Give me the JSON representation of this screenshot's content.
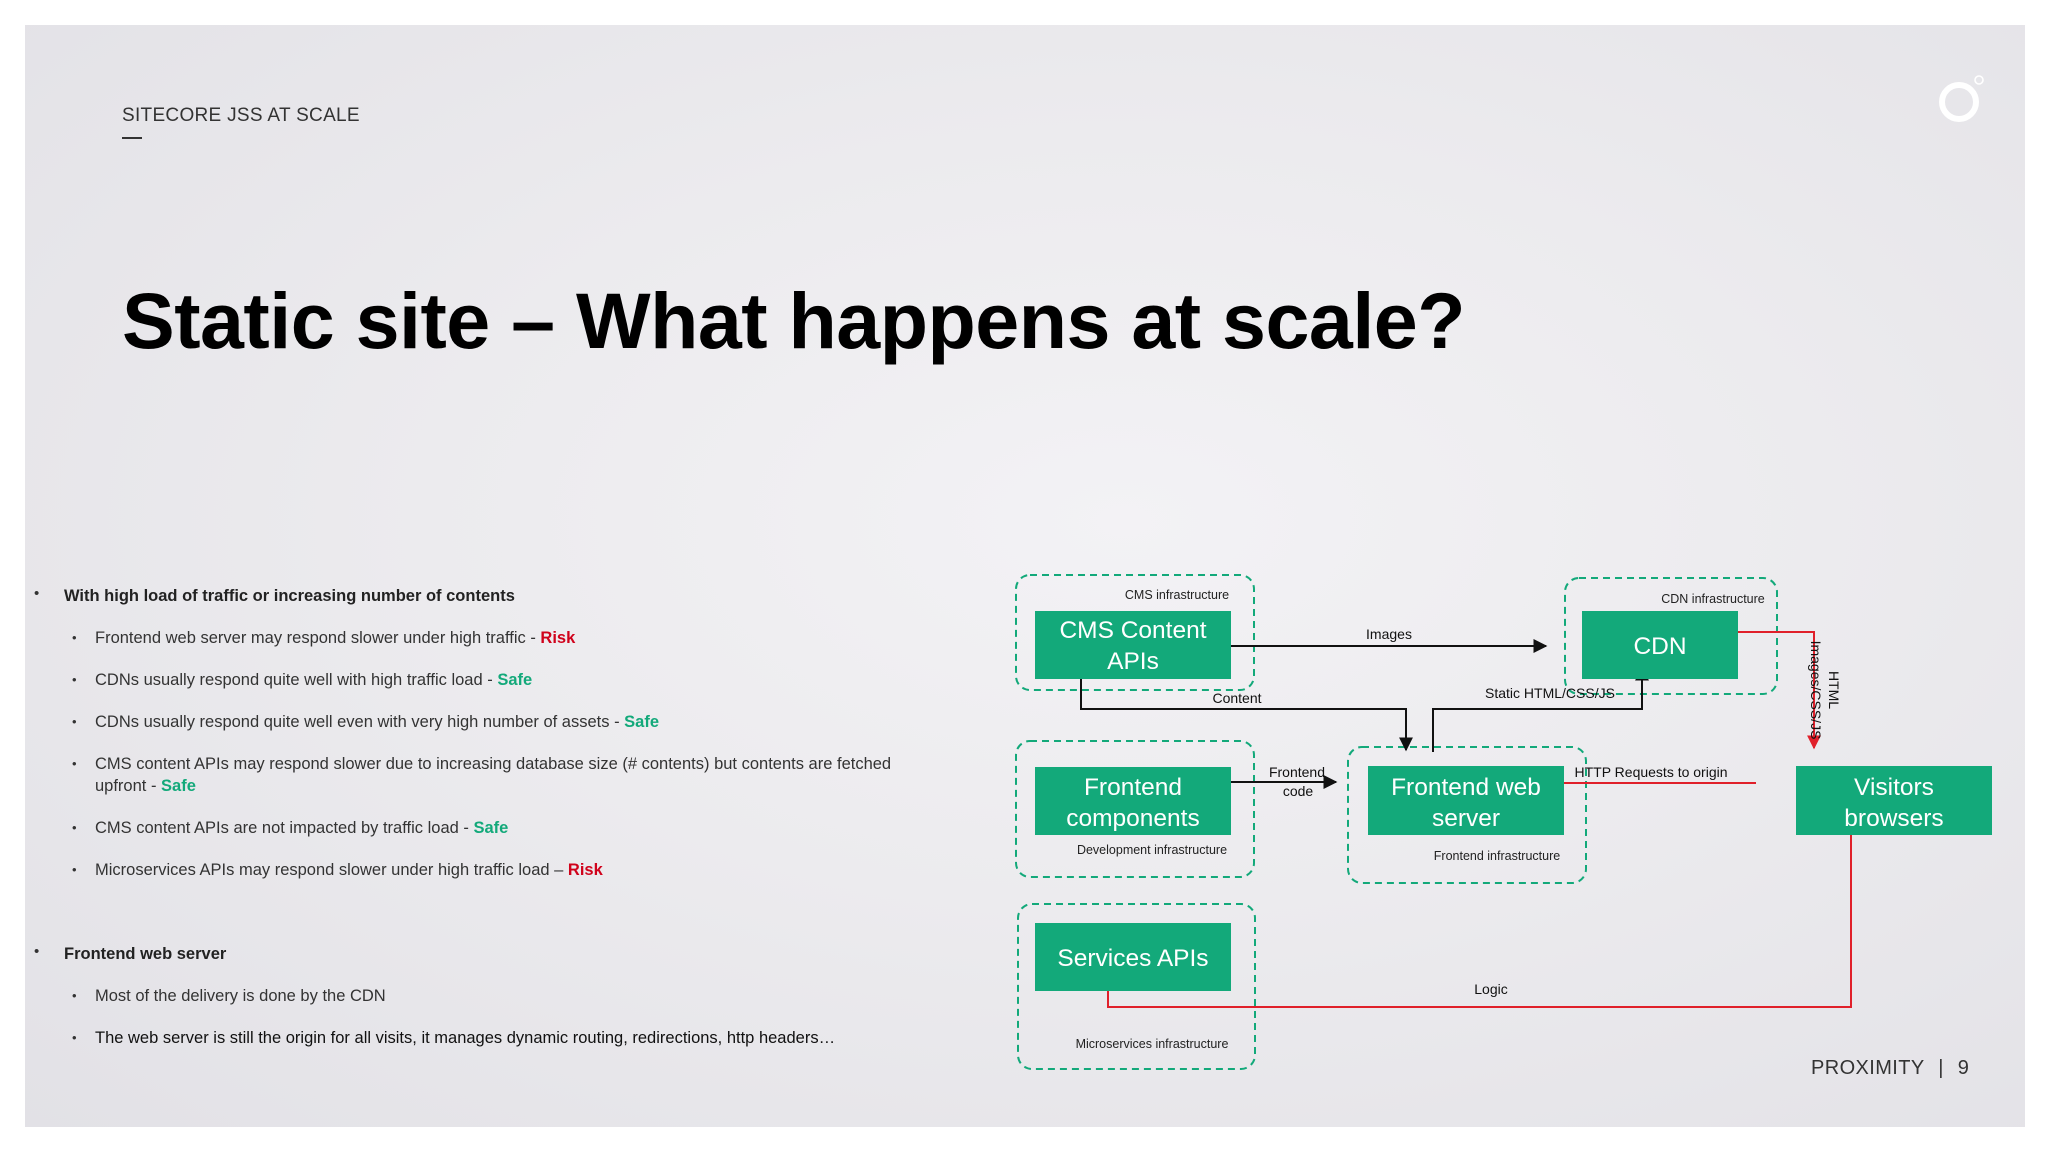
{
  "header": {
    "kicker": "SITECORE JSS AT SCALE"
  },
  "title": "Static site – What happens at scale?",
  "bullets": [
    {
      "label": "With high load of traffic or increasing number of contents",
      "items": [
        {
          "text": "Frontend web server may respond slower under high traffic - ",
          "tag": "Risk"
        },
        {
          "text": "CDNs usually respond quite well with high traffic load - ",
          "tag": "Safe"
        },
        {
          "text": "CDNs usually respond quite well even with very high number of assets - ",
          "tag": "Safe"
        },
        {
          "text": "CMS content APIs may respond slower due to increasing database size (# contents) but contents are fetched upfront - ",
          "tag": "Safe"
        },
        {
          "text": "CMS content APIs are not impacted by traffic load - ",
          "tag": "Safe"
        },
        {
          "text": "Microservices APIs may respond slower under high traffic load – ",
          "tag": "Risk"
        }
      ]
    },
    {
      "label": "Frontend web server",
      "items": [
        {
          "text": "Most of the delivery is done by the CDN",
          "tag": ""
        },
        {
          "text": "The web server is still the origin for all visits, it manages dynamic routing, redirections, http headers…",
          "tag": ""
        }
      ]
    }
  ],
  "diagram": {
    "boxes": {
      "cms": {
        "line1": "CMS Content",
        "line2": "APIs"
      },
      "cdn": {
        "line1": "CDN"
      },
      "frontend_components": {
        "line1": "Frontend",
        "line2": "components"
      },
      "frontend_server": {
        "line1": "Frontend web",
        "line2": "server"
      },
      "visitors": {
        "line1": "Visitors",
        "line2": "browsers"
      },
      "services": {
        "line1": "Services APIs"
      }
    },
    "infrastructures": {
      "cms": "CMS infrastructure",
      "cdn": "CDN infrastructure",
      "development": "Development infrastructure",
      "frontend": "Frontend infrastructure",
      "microservices": "Microservices infrastructure"
    },
    "edges": {
      "images": "Images",
      "content": "Content",
      "static": "Static HTML/CSS/JS",
      "frontend_code_1": "Frontend",
      "frontend_code_2": "code",
      "http_requests": "HTTP Requests to origin",
      "html_1": "HTML",
      "html_2": "Images/CSS/JS",
      "logic": "Logic"
    }
  },
  "footer": {
    "brand": "PROXIMITY",
    "separator": "|",
    "page": "9"
  },
  "colors": {
    "green": "#13a97a",
    "risk": "#d0021b",
    "safe": "#13a97a",
    "red_edge": "#e0202a",
    "dashed": "#13a97a"
  }
}
